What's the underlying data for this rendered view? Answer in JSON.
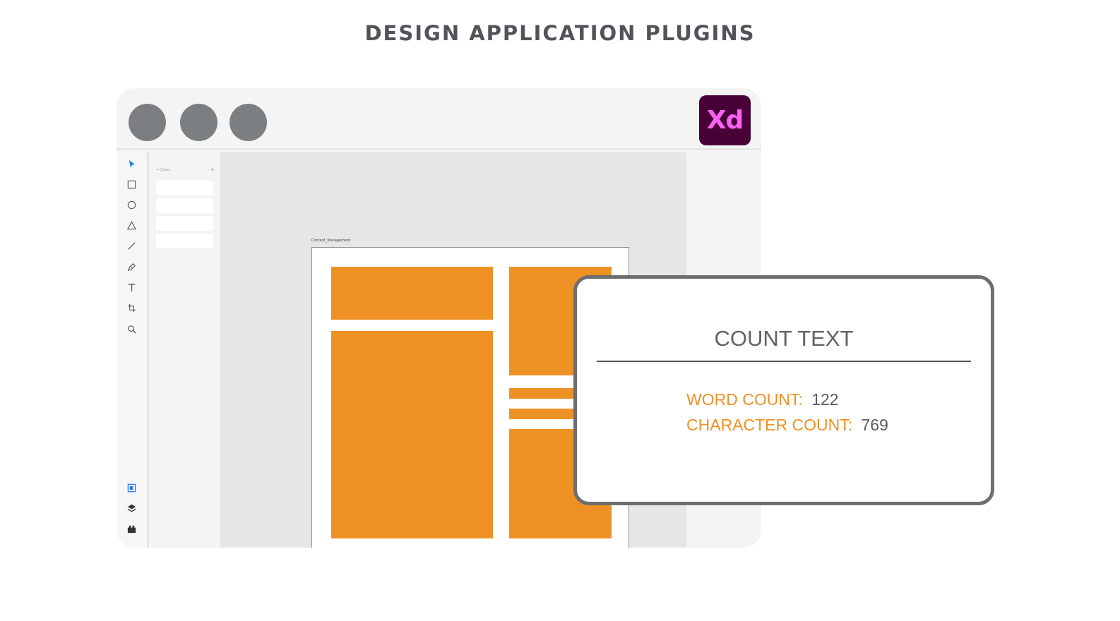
{
  "page": {
    "title": "DESIGN APPLICATION PLUGINS"
  },
  "app": {
    "logo_text": "Xd",
    "window_controls": [
      "close",
      "minimize",
      "maximize"
    ],
    "tools": [
      "select-tool",
      "rectangle-tool",
      "ellipse-tool",
      "polygon-tool",
      "line-tool",
      "pen-tool",
      "text-tool",
      "artboard-tool",
      "zoom-tool"
    ],
    "bottom_tools": [
      "assets-panel-toggle",
      "layers-panel-toggle",
      "plugins-panel-toggle"
    ],
    "assets_panel": {
      "header": "Colors",
      "add_label": "+",
      "swatch_count": 4
    },
    "canvas": {
      "artboard_name": "Content_Management"
    }
  },
  "plugin_card": {
    "title": "COUNT TEXT",
    "word_count_label": "WORD COUNT:",
    "word_count_value": "122",
    "character_count_label": "CHARACTER COUNT:",
    "character_count_value": "769"
  },
  "colors": {
    "accent": "#ee9124",
    "logo_bg": "#470137",
    "logo_text": "#ff61f6",
    "window_dot": "#7c7f82",
    "card_border": "#6d6e71"
  }
}
